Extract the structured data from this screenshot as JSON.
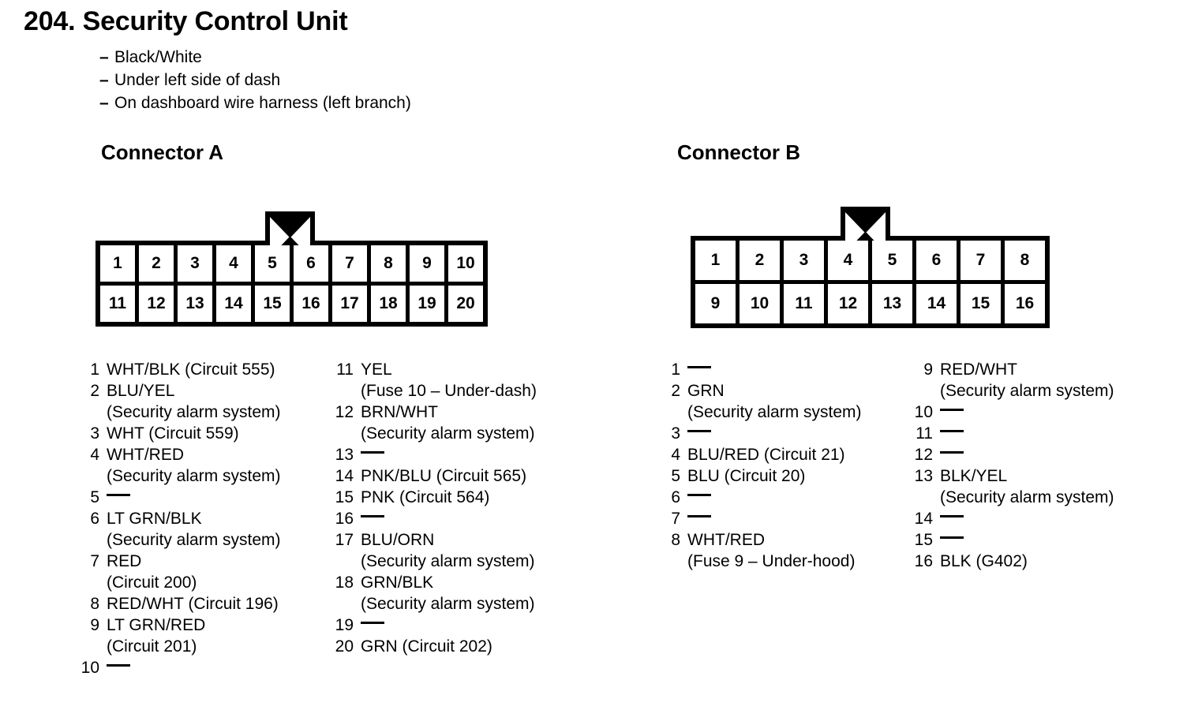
{
  "header": {
    "title": "204. Security Control Unit",
    "subtitles": [
      {
        "dash": "–",
        "text": "Black/White"
      },
      {
        "dash": "–",
        "text": "Under left side of dash"
      },
      {
        "dash": "–",
        "text": "On dashboard wire harness (left branch)"
      }
    ]
  },
  "connector_a": {
    "heading": "Connector A",
    "diagram": {
      "latch_icon": "bowtie-latch-icon",
      "rows": [
        [
          "1",
          "2",
          "3",
          "4",
          "5",
          "6",
          "7",
          "8",
          "9",
          "10"
        ],
        [
          "11",
          "12",
          "13",
          "14",
          "15",
          "16",
          "17",
          "18",
          "19",
          "20"
        ]
      ]
    },
    "pins_left": [
      {
        "number": "1",
        "lines": [
          "WHT/BLK (Circuit 555)"
        ]
      },
      {
        "number": "2",
        "lines": [
          "BLU/YEL",
          "(Security alarm system)"
        ]
      },
      {
        "number": "3",
        "lines": [
          "WHT (Circuit 559)"
        ]
      },
      {
        "number": "4",
        "lines": [
          "WHT/RED",
          "(Security alarm system)"
        ]
      },
      {
        "number": "5",
        "lines": []
      },
      {
        "number": "6",
        "lines": [
          "LT GRN/BLK",
          "(Security alarm system)"
        ]
      },
      {
        "number": "7",
        "lines": [
          "RED",
          "(Circuit 200)"
        ]
      },
      {
        "number": "8",
        "lines": [
          "RED/WHT (Circuit 196)"
        ]
      },
      {
        "number": "9",
        "lines": [
          "LT GRN/RED",
          "(Circuit 201)"
        ]
      },
      {
        "number": "10",
        "lines": []
      }
    ],
    "pins_right": [
      {
        "number": "11",
        "lines": [
          "YEL",
          "(Fuse 10 – Under-dash)"
        ]
      },
      {
        "number": "12",
        "lines": [
          "BRN/WHT",
          "(Security alarm system)"
        ]
      },
      {
        "number": "13",
        "lines": []
      },
      {
        "number": "14",
        "lines": [
          "PNK/BLU (Circuit 565)"
        ]
      },
      {
        "number": "15",
        "lines": [
          "PNK (Circuit 564)"
        ]
      },
      {
        "number": "16",
        "lines": []
      },
      {
        "number": "17",
        "lines": [
          "BLU/ORN",
          "(Security alarm system)"
        ]
      },
      {
        "number": "18",
        "lines": [
          "GRN/BLK",
          "(Security alarm system)"
        ]
      },
      {
        "number": "19",
        "lines": []
      },
      {
        "number": "20",
        "lines": [
          "GRN (Circuit 202)"
        ]
      }
    ]
  },
  "connector_b": {
    "heading": "Connector B",
    "diagram": {
      "latch_icon": "bowtie-latch-icon",
      "rows": [
        [
          "1",
          "2",
          "3",
          "4",
          "5",
          "6",
          "7",
          "8"
        ],
        [
          "9",
          "10",
          "11",
          "12",
          "13",
          "14",
          "15",
          "16"
        ]
      ]
    },
    "pins_left": [
      {
        "number": "1",
        "lines": []
      },
      {
        "number": "2",
        "lines": [
          "GRN",
          "(Security alarm system)"
        ]
      },
      {
        "number": "3",
        "lines": []
      },
      {
        "number": "4",
        "lines": [
          "BLU/RED (Circuit 21)"
        ]
      },
      {
        "number": "5",
        "lines": [
          "BLU (Circuit 20)"
        ]
      },
      {
        "number": "6",
        "lines": []
      },
      {
        "number": "7",
        "lines": []
      },
      {
        "number": "8",
        "lines": [
          "WHT/RED",
          "(Fuse 9 – Under-hood)"
        ]
      }
    ],
    "pins_right": [
      {
        "number": "9",
        "lines": [
          "RED/WHT",
          "(Security alarm system)"
        ]
      },
      {
        "number": "10",
        "lines": []
      },
      {
        "number": "11",
        "lines": []
      },
      {
        "number": "12",
        "lines": []
      },
      {
        "number": "13",
        "lines": [
          "BLK/YEL",
          "(Security alarm system)"
        ]
      },
      {
        "number": "14",
        "lines": []
      },
      {
        "number": "15",
        "lines": []
      },
      {
        "number": "16",
        "lines": [
          "BLK (G402)"
        ]
      }
    ]
  }
}
